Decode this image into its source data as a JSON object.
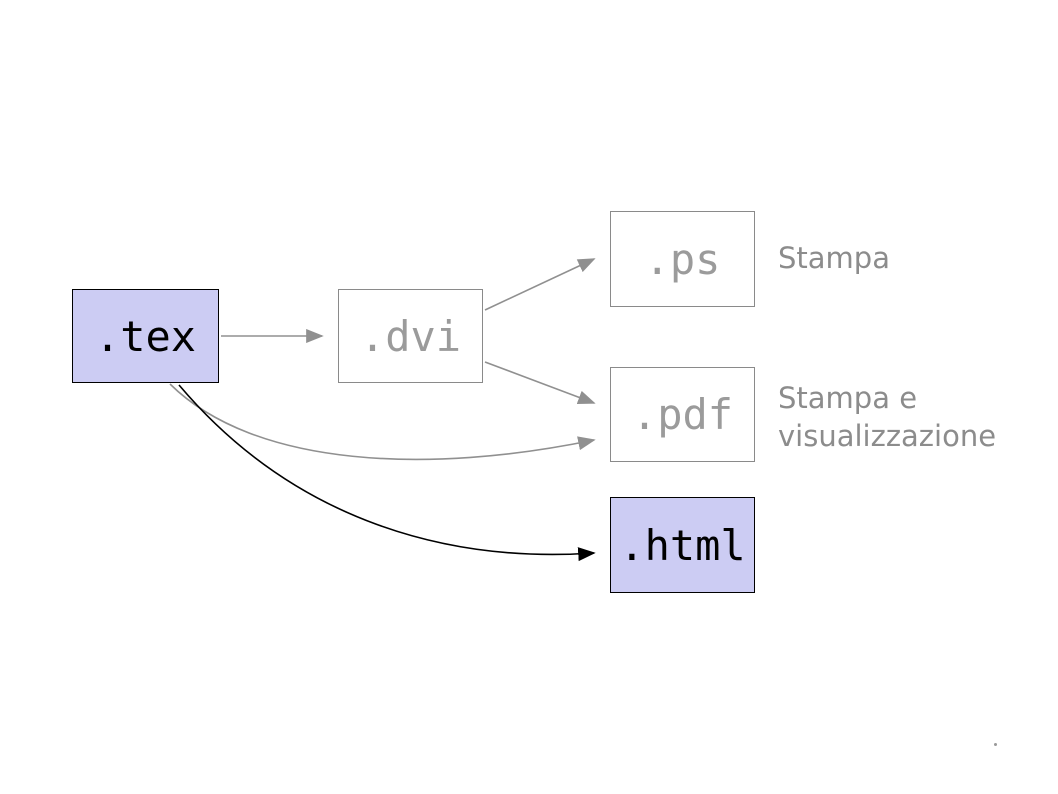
{
  "diagram": {
    "title": "LaTeX output formats flow",
    "nodes": [
      {
        "id": "tex",
        "label": ".tex",
        "style": "highlighted"
      },
      {
        "id": "dvi",
        "label": ".dvi",
        "style": "plain"
      },
      {
        "id": "ps",
        "label": ".ps",
        "style": "plain"
      },
      {
        "id": "pdf",
        "label": ".pdf",
        "style": "plain"
      },
      {
        "id": "html",
        "label": ".html",
        "style": "highlighted"
      }
    ],
    "annotations": [
      {
        "for": "ps",
        "text": "Stampa"
      },
      {
        "for": "pdf",
        "text": "Stampa e visualizzazione"
      }
    ],
    "edges": [
      {
        "from": "tex",
        "to": "dvi",
        "color": "#909090",
        "shape": "straight"
      },
      {
        "from": "dvi",
        "to": "ps",
        "color": "#909090",
        "shape": "straight"
      },
      {
        "from": "dvi",
        "to": "pdf",
        "color": "#909090",
        "shape": "straight"
      },
      {
        "from": "tex",
        "to": "pdf",
        "color": "#909090",
        "shape": "curved"
      },
      {
        "from": "tex",
        "to": "html",
        "color": "#000000",
        "shape": "curved"
      }
    ],
    "colors": {
      "highlight_fill": "#ccccf3",
      "plain_border": "#8a8a8a",
      "plain_text": "#9b9b9b",
      "gray_arrow": "#909090",
      "black_arrow": "#000000",
      "annotation_text": "#8c8c8c"
    }
  }
}
